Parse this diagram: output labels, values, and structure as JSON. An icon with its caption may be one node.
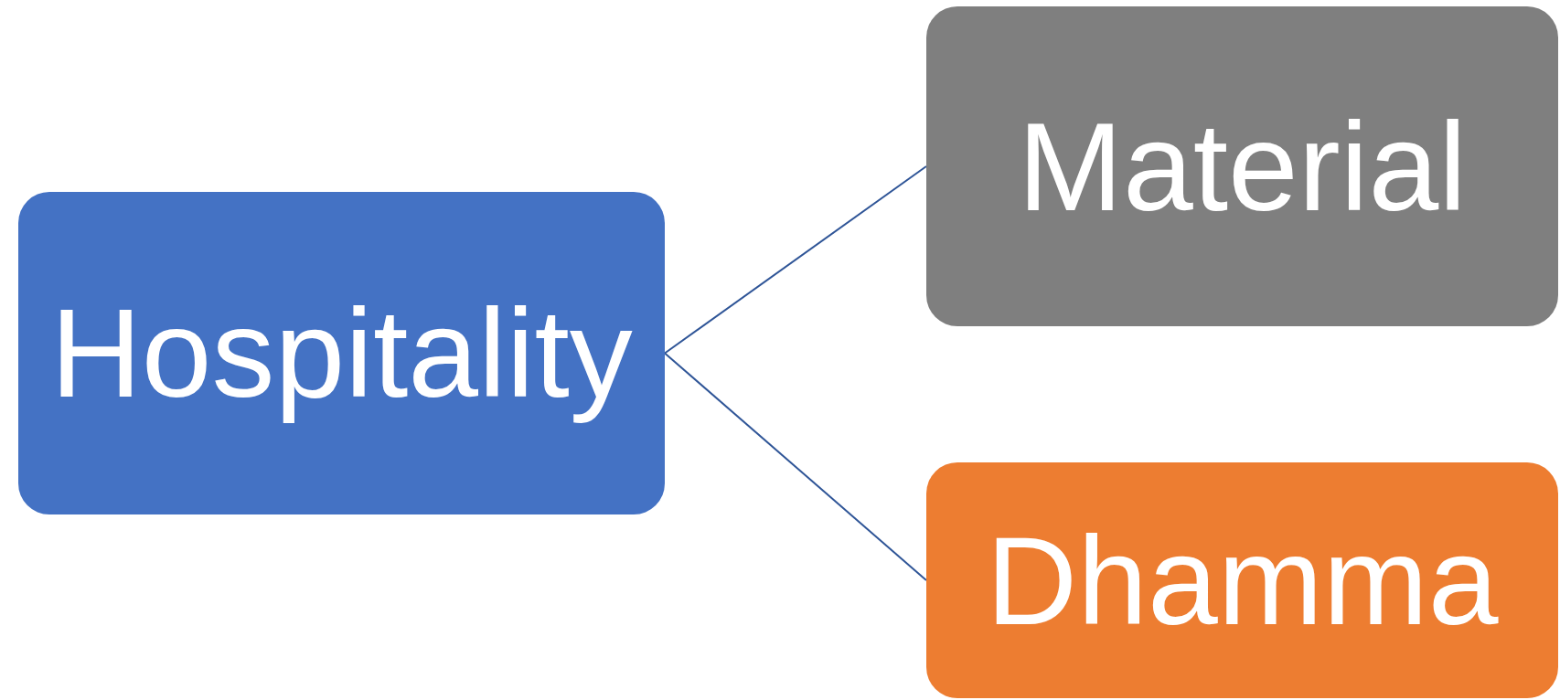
{
  "diagram": {
    "nodes": [
      {
        "text": [
          "Hospitality"
        ]
      },
      {
        "text": [
          "Material"
        ]
      },
      {
        "text": [
          "Dhamma"
        ]
      }
    ],
    "edges": [
      {
        "from": 0,
        "to": 1,
        "arrow": "none"
      },
      {
        "from": 0,
        "to": 2,
        "arrow": "none"
      }
    ]
  }
}
